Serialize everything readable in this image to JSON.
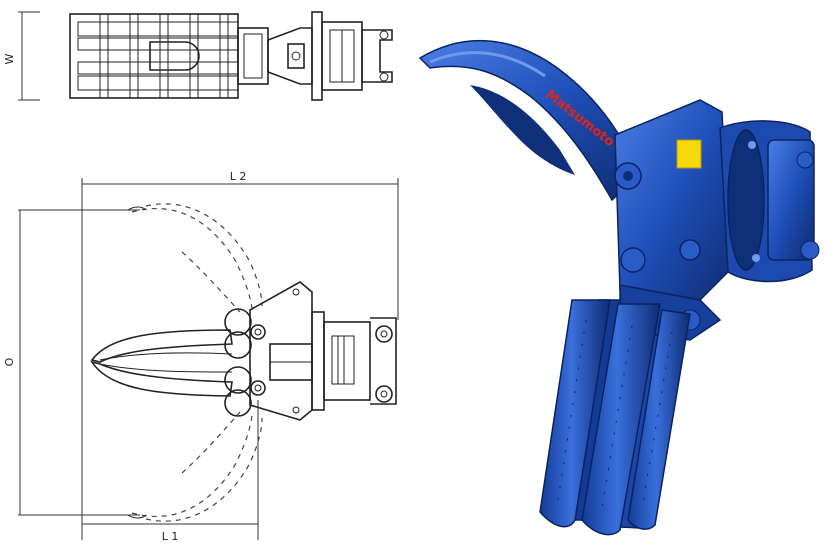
{
  "labels": {
    "width": "W",
    "length_closed": "L 1",
    "length_open": "L 2",
    "opening": "O"
  },
  "brand_text": "Matsumoto",
  "colors": {
    "body": "#1f4fb8",
    "body_dark": "#0f2f78",
    "body_light": "#3f74e0",
    "brand_red": "#e0241a",
    "label_yellow": "#f5d90a"
  }
}
